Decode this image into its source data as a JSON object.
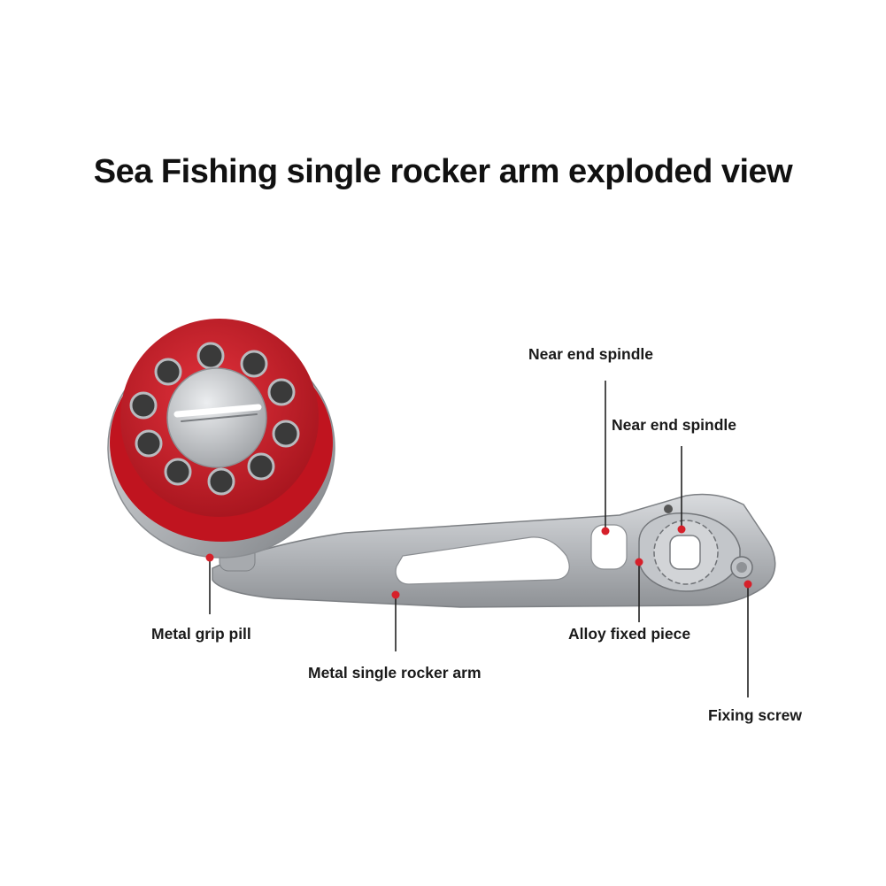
{
  "title": "Sea Fishing single rocker arm exploded view",
  "labels": {
    "near_end_spindle_1": "Near end spindle",
    "near_end_spindle_2": "Near end spindle",
    "metal_grip_pill": "Metal grip pill",
    "metal_single_rocker_arm": "Metal single rocker arm",
    "alloy_fixed_piece": "Alloy fixed piece",
    "fixing_screw": "Fixing screw"
  },
  "colors": {
    "knob_red": "#c8212b",
    "metal_silver": "#b9bcc0",
    "marker_red": "#d6202a",
    "leader_line": "#222222"
  }
}
